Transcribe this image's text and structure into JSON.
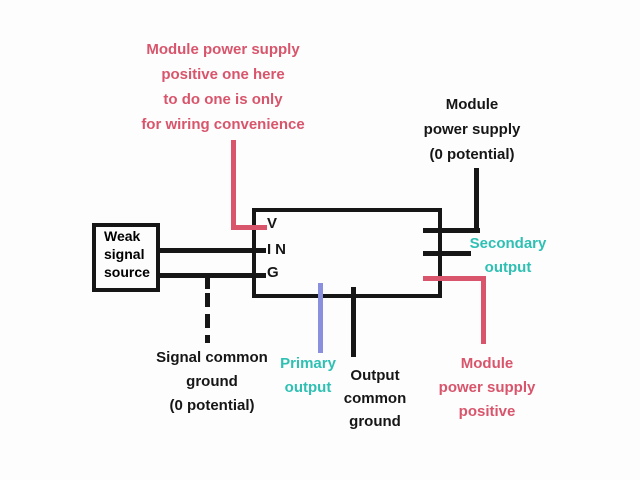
{
  "colors": {
    "pink": "#d8556c",
    "teal": "#2fc0b4",
    "purple": "#8b90de",
    "ink": "#161616",
    "bg": "#fdfdfd"
  },
  "labels": {
    "power_positive_note": [
      "Module power supply",
      "positive one here",
      "to do one is only",
      "for wiring convenience"
    ],
    "power_zero": [
      "Module",
      "power supply",
      "(0 potential)"
    ],
    "weak_signal_source": [
      "Weak",
      "signal",
      "source"
    ],
    "module_pins": [
      "V",
      "IN",
      "G"
    ],
    "secondary_output": [
      "Secondary",
      "output"
    ],
    "primary_output": [
      "Primary",
      "output"
    ],
    "output_common_ground": [
      "Output",
      "common",
      "ground"
    ],
    "module_power_positive": [
      "Module",
      "power supply",
      "positive"
    ],
    "signal_common_ground": [
      "Signal common",
      "ground",
      "(0 potential)"
    ]
  }
}
